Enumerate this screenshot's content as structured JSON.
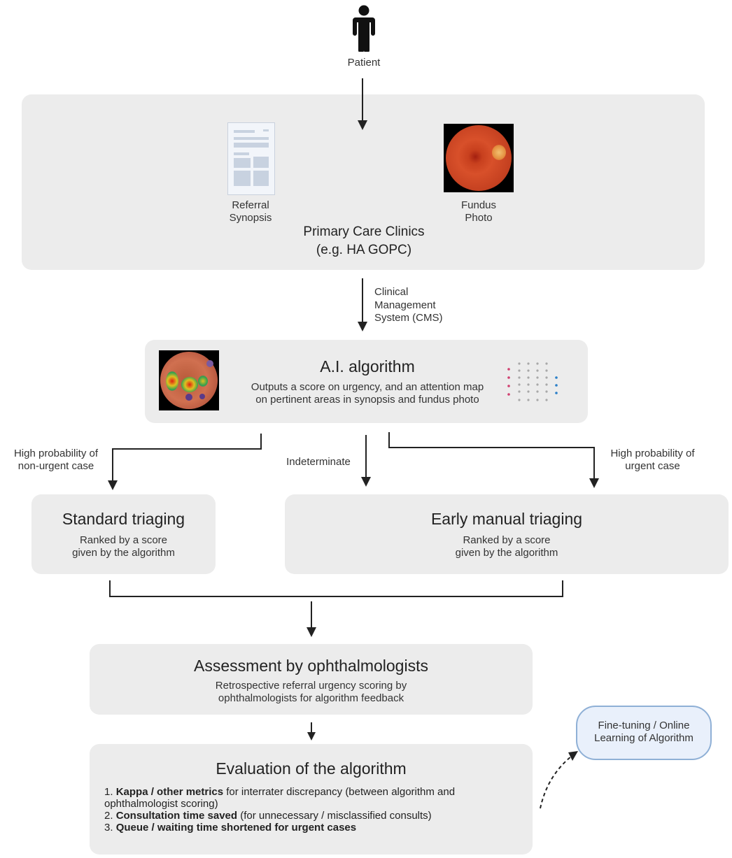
{
  "patient": {
    "label": "Patient",
    "icon": "person-icon"
  },
  "primary_care": {
    "title_line1": "Primary Care Clinics",
    "title_line2": "(e.g. HA GOPC)",
    "referral_line1": "Referral",
    "referral_line2": "Synopsis",
    "fundus_line1": "Fundus",
    "fundus_line2": "Photo"
  },
  "cms": {
    "line1": "Clinical",
    "line2": "Management",
    "line3": "System (CMS)"
  },
  "ai": {
    "title": "A.I. algorithm",
    "desc_line1": "Outputs a score on urgency, and an attention map",
    "desc_line2": "on pertinent areas in synopsis and fundus photo"
  },
  "branches": {
    "left_line1": "High probability of",
    "left_line2": "non-urgent case",
    "middle": "Indeterminate",
    "right_line1": "High probability of",
    "right_line2": "urgent case"
  },
  "standard": {
    "title": "Standard triaging",
    "line1": "Ranked by a score",
    "line2": "given by the algorithm"
  },
  "early": {
    "title": "Early manual triaging",
    "line1": "Ranked by a score",
    "line2": "given by the algorithm"
  },
  "assessment": {
    "title": "Assessment by ophthalmologists",
    "line1": "Retrospective referral urgency scoring by",
    "line2": "ophthalmologists for algorithm feedback"
  },
  "evaluation": {
    "title": "Evaluation of the algorithm",
    "item1_num": "1. ",
    "item1_bold": "Kappa / other metrics",
    "item1_rest": " for interrater discrepancy (between algorithm and",
    "item1_cont": "ophthalmologist scoring)",
    "item2_num": "2. ",
    "item2_bold": "Consultation time saved",
    "item2_rest": " (for unnecessary / misclassified consults)",
    "item3_num": "3. ",
    "item3_bold": "Queue / waiting time shortened for urgent cases"
  },
  "finetune": {
    "line1": "Fine-tuning / Online",
    "line2": "Learning of Algorithm"
  },
  "colors": {
    "box": "#ececec",
    "finetune_fill": "#e9f0fb",
    "finetune_border": "#8fb0d6",
    "arrow": "#222222"
  }
}
